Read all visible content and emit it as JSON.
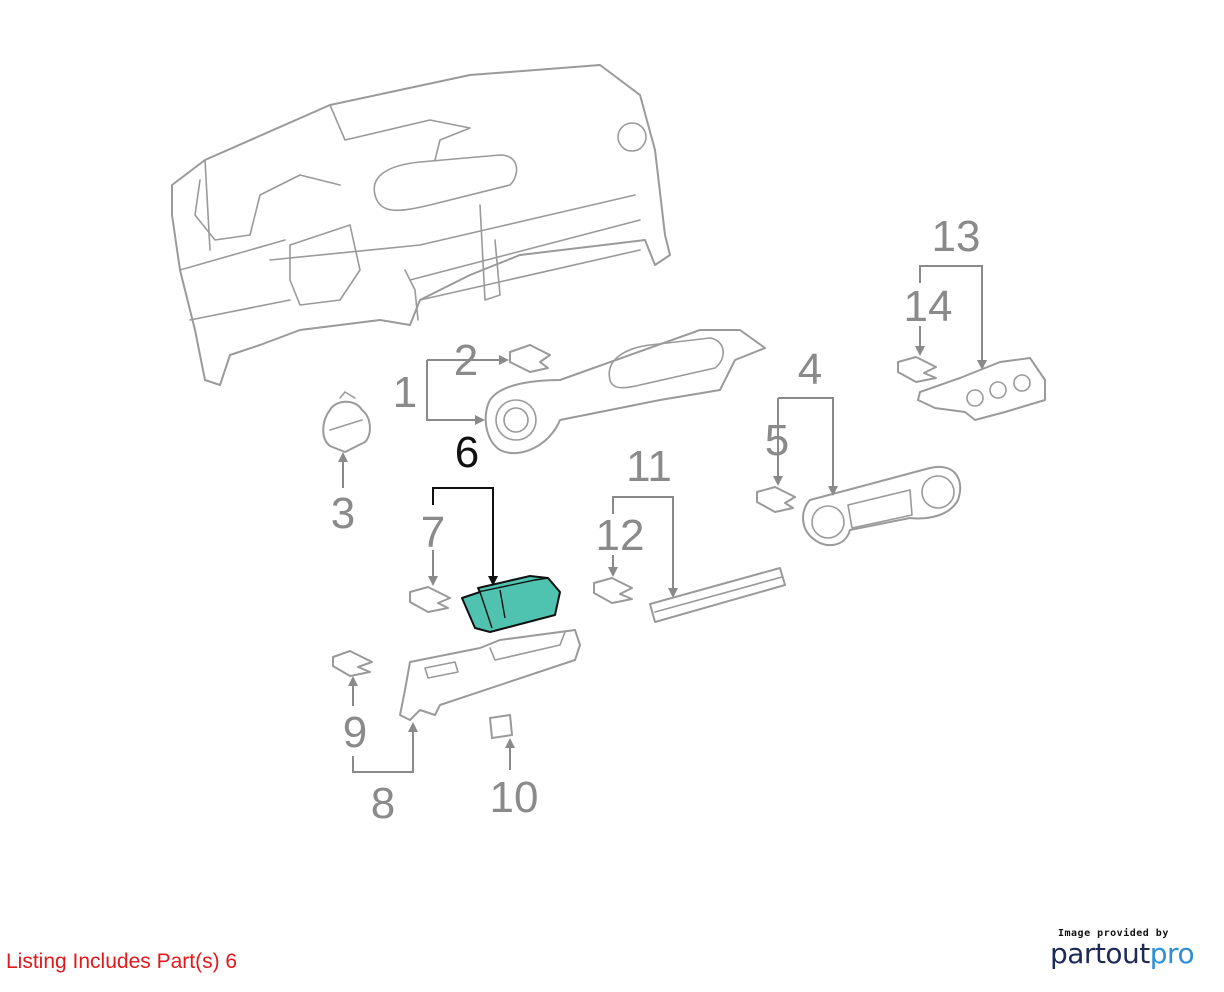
{
  "callouts": [
    {
      "id": "1",
      "text": "1"
    },
    {
      "id": "2",
      "text": "2"
    },
    {
      "id": "3",
      "text": "3"
    },
    {
      "id": "4",
      "text": "4"
    },
    {
      "id": "5",
      "text": "5"
    },
    {
      "id": "6",
      "text": "6"
    },
    {
      "id": "7",
      "text": "7"
    },
    {
      "id": "8",
      "text": "8"
    },
    {
      "id": "9",
      "text": "9"
    },
    {
      "id": "10",
      "text": "10"
    },
    {
      "id": "11",
      "text": "11"
    },
    {
      "id": "12",
      "text": "12"
    },
    {
      "id": "13",
      "text": "13"
    },
    {
      "id": "14",
      "text": "14"
    }
  ],
  "highlighted_part": "6",
  "colors": {
    "highlight_fill": "#4fc3b0",
    "line_gray": "#9a9a9a",
    "listing_red": "#e0191c",
    "brand_dark": "#1c2a55",
    "brand_blue": "#2f8fd6"
  },
  "listing_note": "Listing Includes Part(s) 6",
  "branding": {
    "caption": "Image provided by",
    "logo_part1": "partout",
    "logo_part2": "pro"
  }
}
